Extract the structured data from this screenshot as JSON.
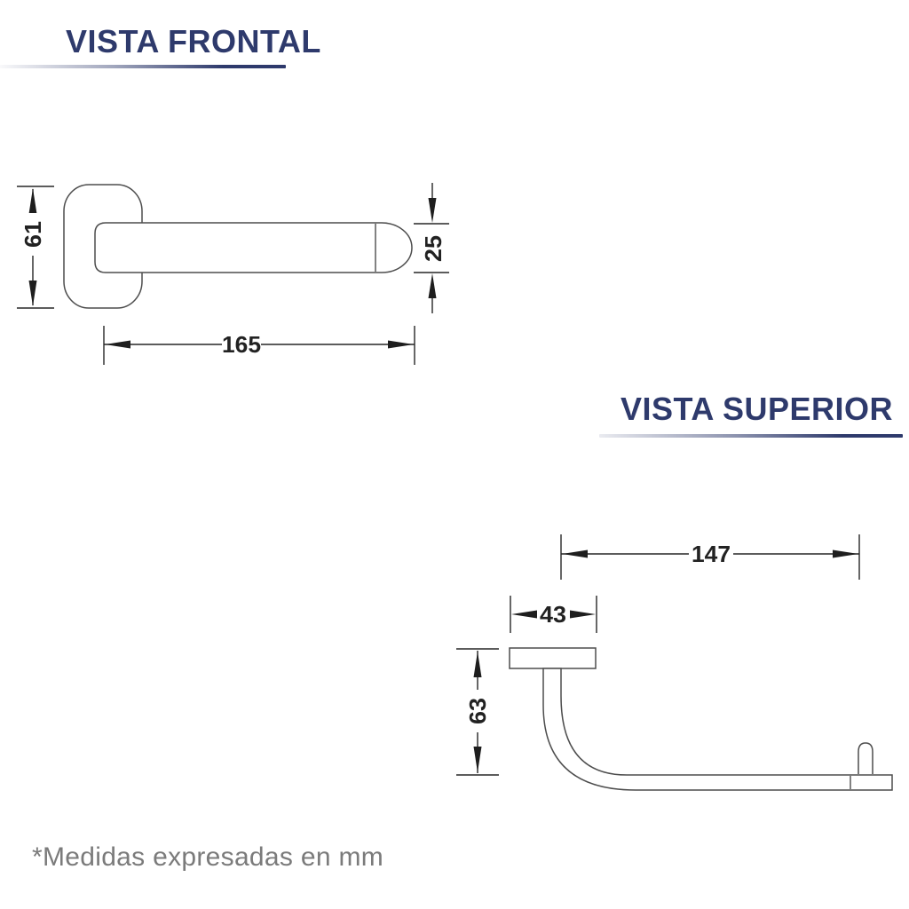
{
  "sheet": {
    "footnote": "*Medidas expresadas en mm"
  },
  "front_view": {
    "title": "VISTA FRONTAL",
    "dimensions": {
      "plate_height": "61",
      "bar_end_height": "25",
      "bar_length": "165"
    }
  },
  "top_view": {
    "title": "VISTA SUPERIOR",
    "dimensions": {
      "arm_length": "147",
      "plate_width": "43",
      "arm_depth": "63"
    }
  },
  "colors": {
    "title_navy": "#2e3a6c",
    "drawing_line": "#4d4d4d",
    "dimension_ink": "#222222",
    "footnote_gray": "#7b7b7b",
    "background": "#ffffff"
  }
}
